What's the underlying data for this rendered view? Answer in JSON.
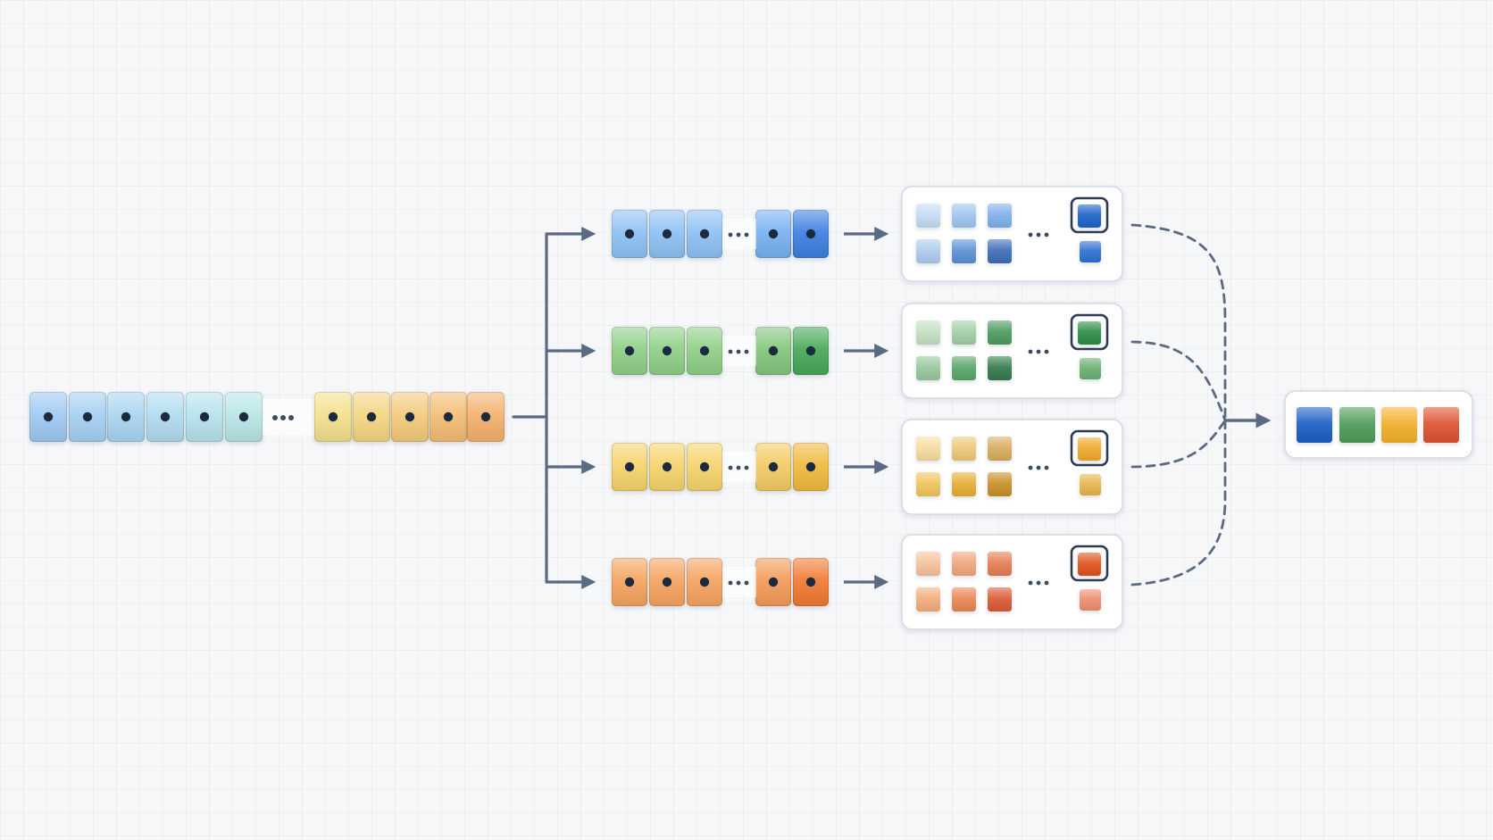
{
  "colors": {
    "background": "#f6f7f9",
    "connector": "#5a6a82",
    "dot": "#1c2a3f",
    "card_fill": "#ffffff",
    "card_border": "#d3d9e2"
  },
  "input_sequence": {
    "first_segment": [
      "#9ec9f3",
      "#a6cff3",
      "#aad5f1",
      "#b0dcef",
      "#b6e2ed",
      "#b8e6e6"
    ],
    "second_segment": [
      "#f3e08d",
      "#f3d582",
      "#f3ca7a",
      "#f3bd73",
      "#f4b06d"
    ],
    "gap_glyph": "..."
  },
  "branches": [
    {
      "name": "blue",
      "token_colors": [
        "#8ec1f3",
        "#8ec1f3",
        "#8ec1f3",
        "#78b1f1",
        "#3d7fe0"
      ],
      "grid_colors": [
        [
          "#c5dcf4",
          "#9ec5f0",
          "#7fb0ec"
        ],
        [
          "#aecbee",
          "#5d90d6",
          "#3f6db8"
        ]
      ],
      "selected_color": "#1f62c9",
      "sub_color": "#2d70d4"
    },
    {
      "name": "green",
      "token_colors": [
        "#8fcf86",
        "#8fcf86",
        "#8fcf86",
        "#82c67b",
        "#47a858"
      ],
      "grid_colors": [
        [
          "#c3e0c3",
          "#a3cfa6",
          "#4d9a60"
        ],
        [
          "#99c79c",
          "#5aa56a",
          "#357a4d"
        ]
      ],
      "selected_color": "#2f8c4a",
      "sub_color": "#69b072"
    },
    {
      "name": "yellow",
      "token_colors": [
        "#f6d36b",
        "#f6d36b",
        "#f6d36b",
        "#f4cb62",
        "#efb93c"
      ],
      "grid_colors": [
        [
          "#f7dca0",
          "#efc77a",
          "#d8ac5e"
        ],
        [
          "#f1c55c",
          "#e6ae35",
          "#c98f27"
        ]
      ],
      "selected_color": "#f0a92b",
      "sub_color": "#e7b64e"
    },
    {
      "name": "orange",
      "token_colors": [
        "#f5a35f",
        "#f5a35f",
        "#f5a35f",
        "#f39a58",
        "#f07a30"
      ],
      "grid_colors": [
        [
          "#f6c29d",
          "#f0a67b",
          "#e57d55"
        ],
        [
          "#f2ad7d",
          "#ea8652",
          "#d95a33"
        ]
      ],
      "selected_color": "#e0521f",
      "sub_color": "#ee8e6f"
    }
  ],
  "output": {
    "colors": [
      "#1f5fc4",
      "#4f9a58",
      "#f2b02c",
      "#dc5332"
    ]
  }
}
